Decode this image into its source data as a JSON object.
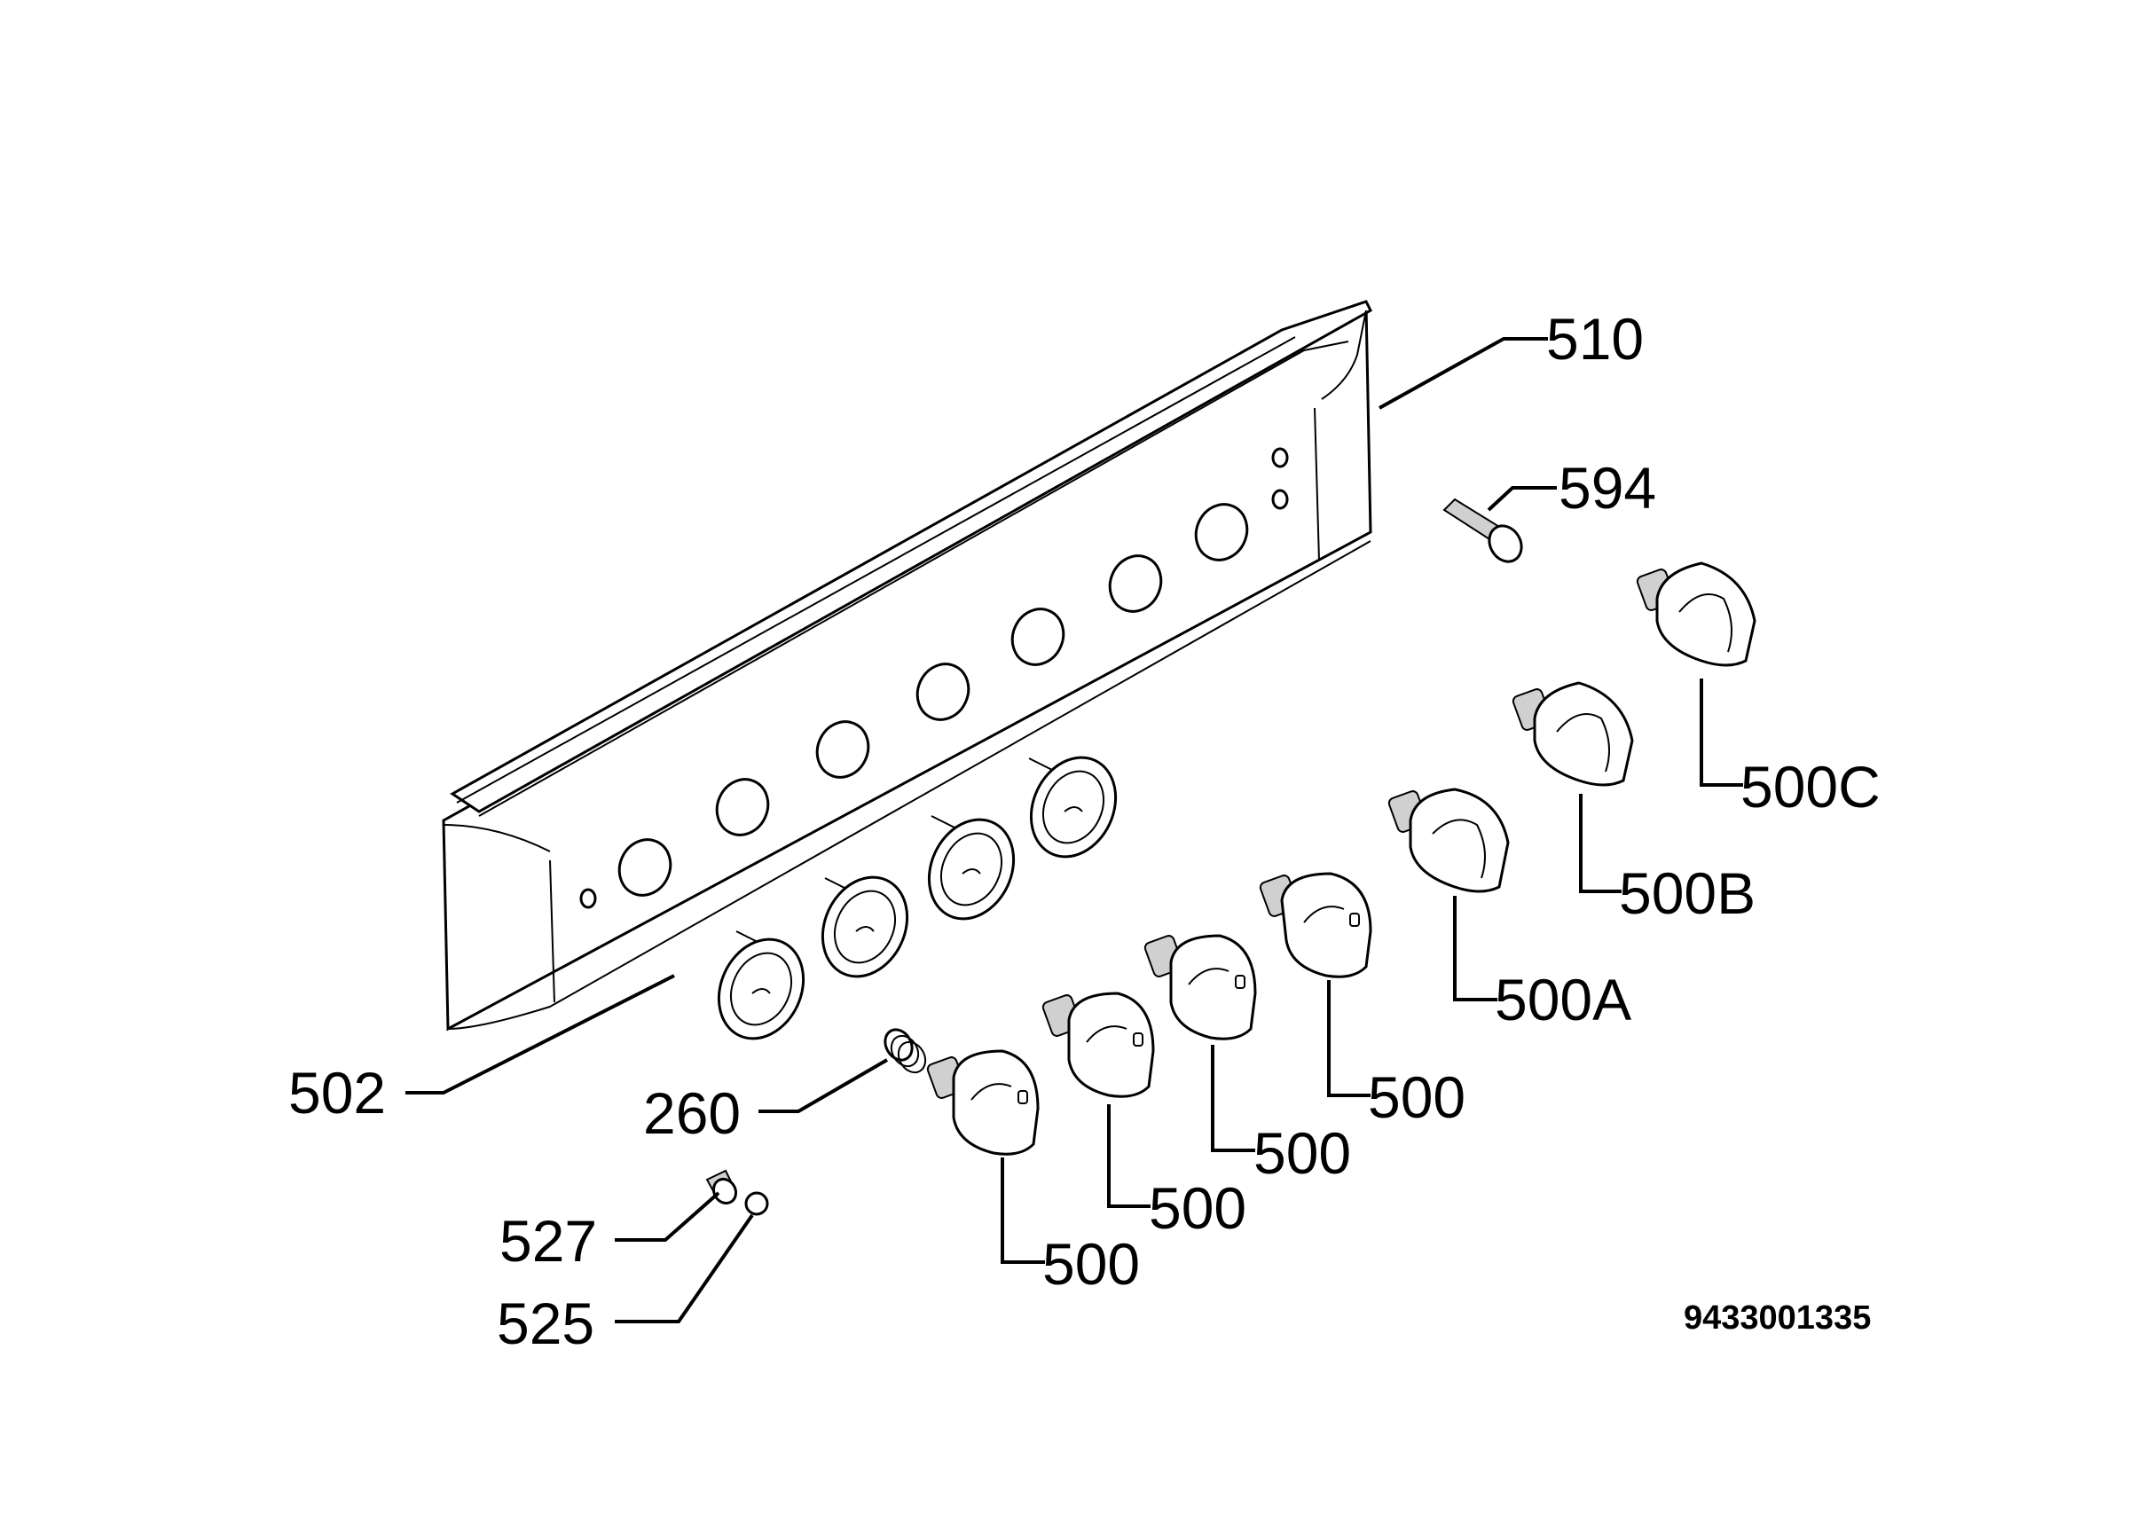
{
  "labels": {
    "l510": "510",
    "l594": "594",
    "l500c": "500C",
    "l500b": "500B",
    "l500a": "500A",
    "l500_1": "500",
    "l500_2": "500",
    "l500_3": "500",
    "l500_4": "500",
    "l502": "502",
    "l260": "260",
    "l527": "527",
    "l525": "525"
  },
  "drawing_number": "9433001335"
}
